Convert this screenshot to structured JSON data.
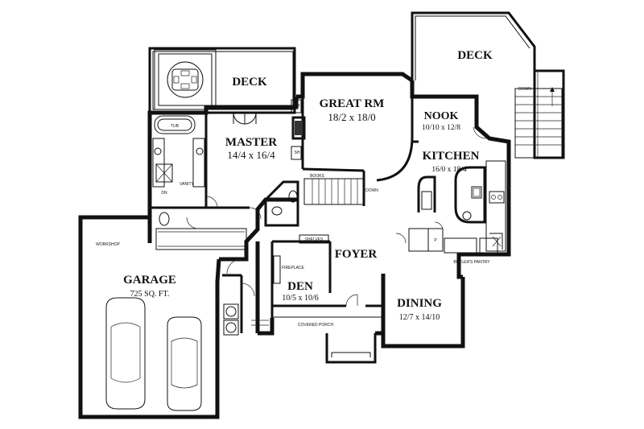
{
  "rooms": {
    "deck_left": {
      "name": "DECK"
    },
    "deck_right": {
      "name": "DECK"
    },
    "great_rm": {
      "name": "GREAT RM",
      "dim": "18/2 x 18/0"
    },
    "nook": {
      "name": "NOOK",
      "dim": "10/10 x 12/8"
    },
    "kitchen": {
      "name": "KITCHEN",
      "dim": "16/0 x 18/4"
    },
    "master": {
      "name": "MASTER",
      "dim": "14/4 x 16/4"
    },
    "garage": {
      "name": "GARAGE",
      "dim": "725 SQ. FT."
    },
    "foyer": {
      "name": "FOYER"
    },
    "den": {
      "name": "DEN",
      "dim": "10/5 x 10/6"
    },
    "dining": {
      "name": "DINING",
      "dim": "12/7 x 14/10"
    }
  },
  "labels": {
    "tub": "TUB",
    "vanity": "VANITY",
    "workshop": "WORKSHOP",
    "fireplace": "FIREPLACE",
    "shelves": "SHELVES",
    "covered_porch": "COVERED PORCH",
    "butlers_pantry": "BUTLER'S PANTRY",
    "down_stair": "DOWN",
    "down_deck": "DOWN",
    "books": "BOOKS",
    "sh_1": "SH",
    "sh_2": "SH",
    "dn": "DN",
    "p": "P"
  }
}
